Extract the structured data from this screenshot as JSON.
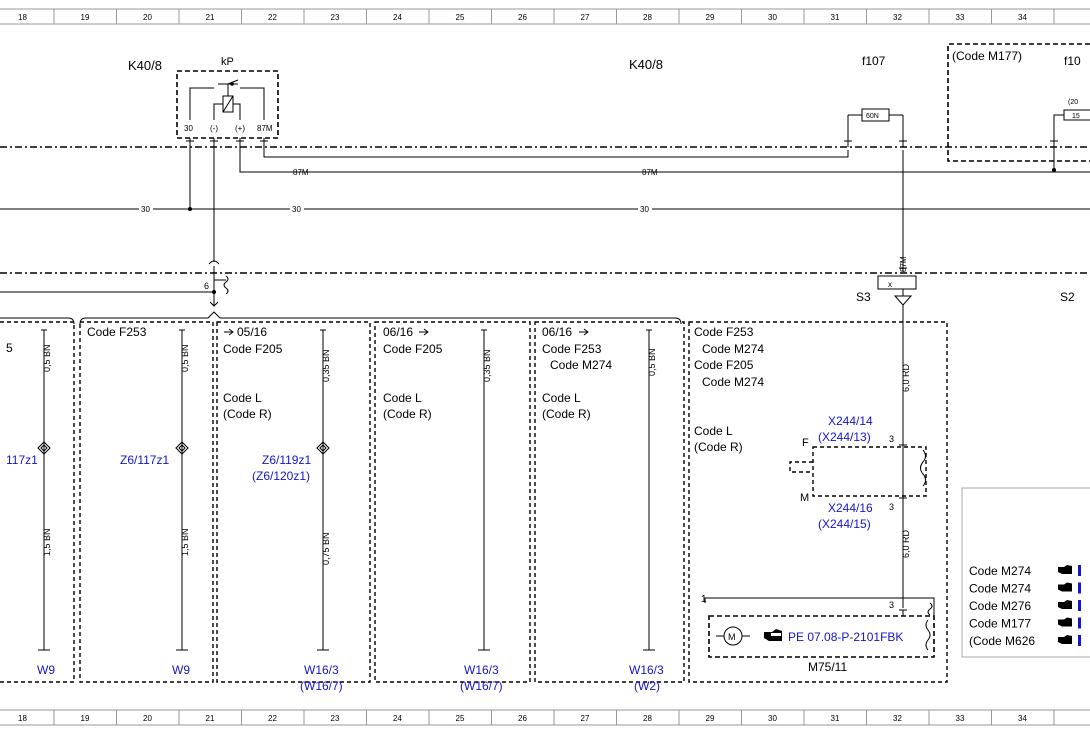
{
  "grid": {
    "columns": [
      "18",
      "19",
      "20",
      "21",
      "22",
      "23",
      "24",
      "25",
      "26",
      "27",
      "28",
      "29",
      "30",
      "31",
      "32",
      "33",
      "34"
    ]
  },
  "components": {
    "k40_left": "K40/8",
    "k40_right": "K40/8",
    "kp": "kP",
    "relay_pins": [
      "30",
      "(-)",
      "(+)",
      "87M"
    ],
    "f107": "f107",
    "fuse_rating": "60N",
    "code_m177": "(Code M177)",
    "f10_partial": "f10",
    "fuse2_rating_partial": "(20",
    "fuse2_rating2_partial": "15",
    "s3": "S3",
    "s2": "S2",
    "x_pin": "x",
    "m75": "M75/11"
  },
  "wires": {
    "w87m_a": "87M",
    "w87m_b": "87M",
    "w87m_vert": "87M",
    "w30_a": "30",
    "w30_b": "30",
    "w30_c": "30",
    "conn6": "6"
  },
  "sections": {
    "col0_label": "5",
    "col0_wire_top": "0,5 BN",
    "col0_wire_bot": "1,5 BN",
    "col0_splice": "117z1",
    "col0_ground": "W9",
    "col1_code": "Code F253",
    "col1_wire_top": "0,5 BN",
    "col1_wire_bot": "1,5 BN",
    "col1_splice": "Z6/117z1",
    "col1_ground": "W9",
    "col2_date": "05/16",
    "col2_code1": "Code F205",
    "col2_code2": "Code L",
    "col2_code3": "(Code R)",
    "col2_wire_top": "0,35 BN",
    "col2_wire_bot": "0,75 BN",
    "col2_splice1": "Z6/119z1",
    "col2_splice2": "(Z6/120z1)",
    "col2_ground1": "W16/3",
    "col2_ground2": "(W16/7)",
    "col3_date": "06/16",
    "col3_code1": "Code F205",
    "col3_code2": "Code L",
    "col3_code3": "(Code R)",
    "col3_wire": "0,35 BN",
    "col3_ground1": "W16/3",
    "col3_ground2": "(W16/7)",
    "col4_date": "06/16",
    "col4_code1": "Code F253",
    "col4_code2": "Code M274",
    "col4_code3": "Code L",
    "col4_code4": "(Code R)",
    "col4_wire": "0,5 BN",
    "col4_ground1": "W16/3",
    "col4_ground2": "(W2)",
    "col5_code1": "Code F253",
    "col5_code2": "Code M274",
    "col5_code3": "Code F205",
    "col5_code4": "Code M274",
    "col5_code5": "Code L",
    "col5_code6": "(Code R)",
    "col5_num1": "1"
  },
  "connectors": {
    "x244_14": "X244/14",
    "x244_13": "(X244/13)",
    "x244_16": "X244/16",
    "x244_15": "(X244/15)",
    "pin_f": "F",
    "pin_m": "M",
    "pin3_a": "3",
    "pin3_b": "3",
    "pin3_c": "3",
    "wire_rd_top": "6,0 RD",
    "wire_rd_bot": "6,0 RD",
    "pe_ref": "PE 07.08-P-2101FBK",
    "motor_symbol": "M"
  },
  "right_box": {
    "codes": [
      "Code M274",
      "Code M274",
      "Code M276",
      "Code M177",
      "(Code M626"
    ]
  },
  "colors": {
    "link_blue": "#1515cc"
  }
}
